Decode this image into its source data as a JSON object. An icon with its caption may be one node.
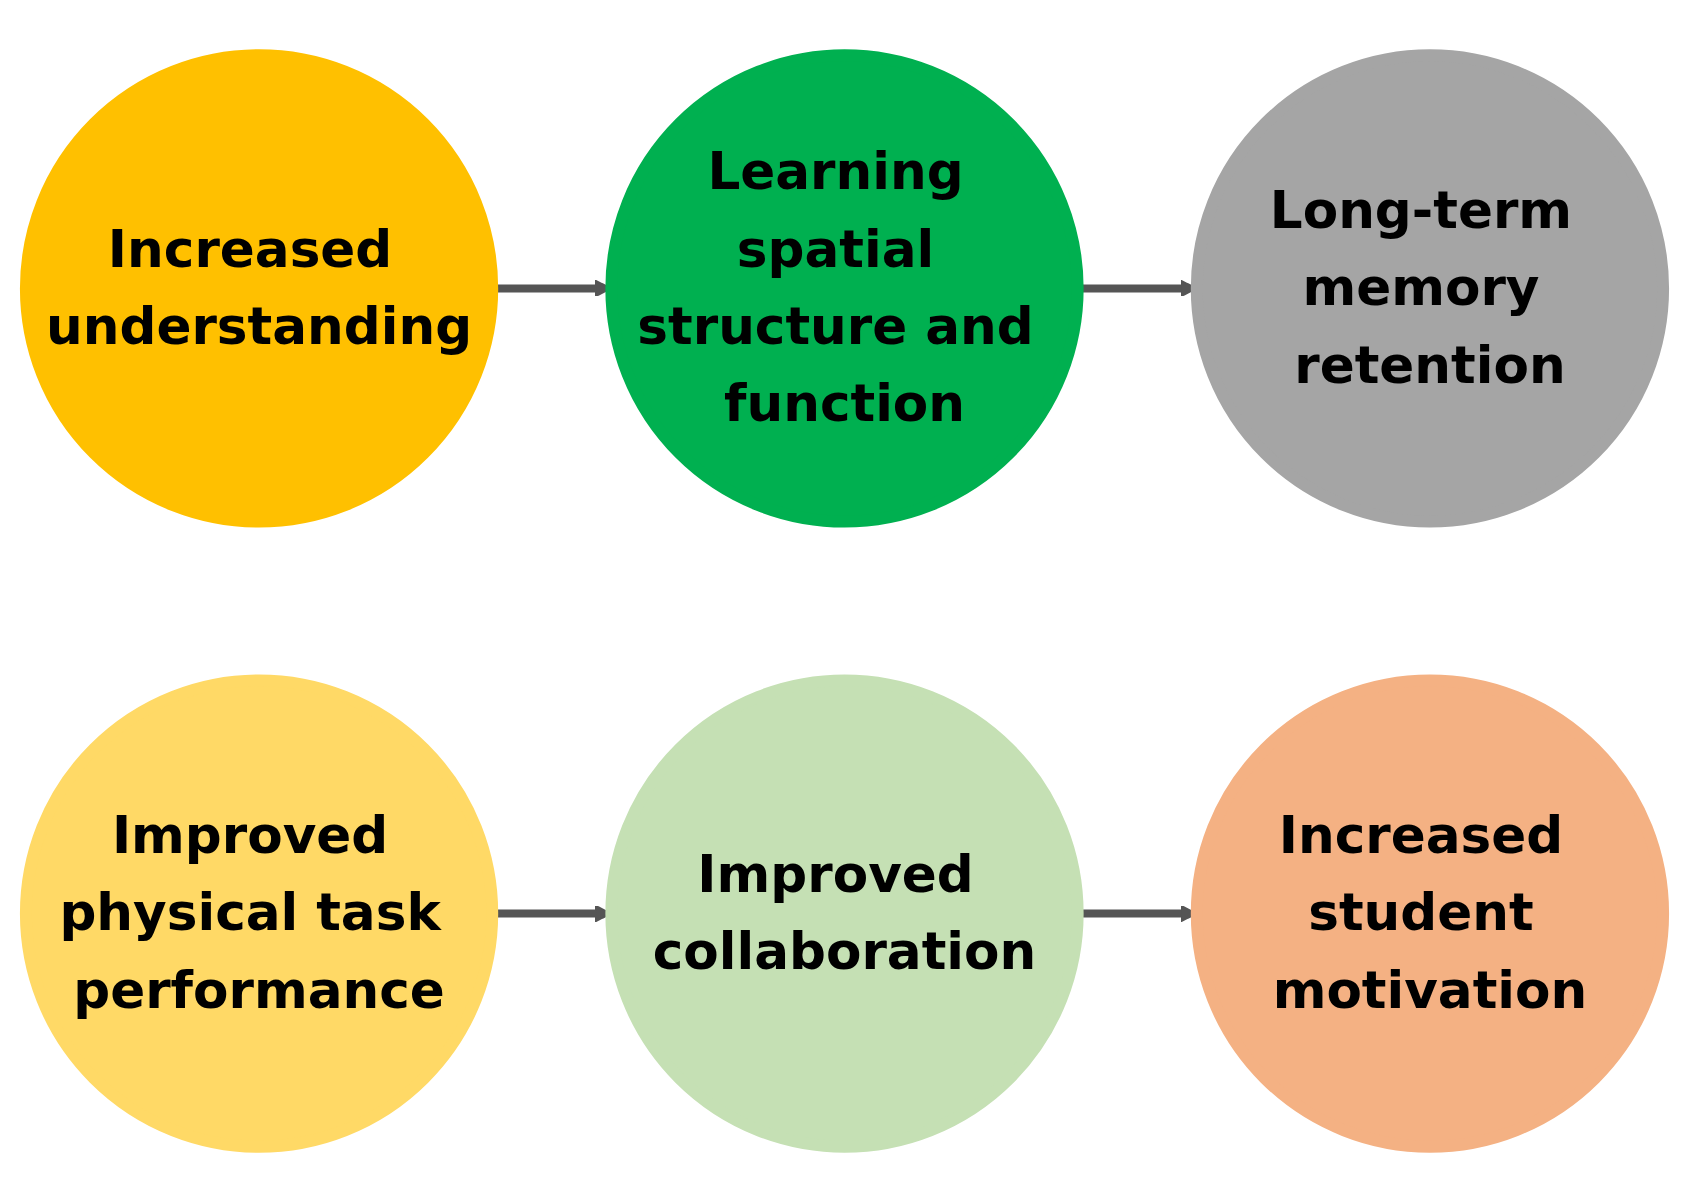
{
  "diagram": {
    "nodes": [
      {
        "text": [
          "Increased understanding"
        ]
      },
      {
        "text": [
          "Learning spatial structure and function"
        ]
      },
      {
        "text": [
          "Long-term memory retention"
        ]
      },
      {
        "text": [
          "Improved physical task performance"
        ]
      },
      {
        "text": [
          "Improved collaboration"
        ]
      },
      {
        "text": [
          "Increased student motivation"
        ]
      }
    ],
    "edges": [
      {
        "from": 0,
        "to": 1,
        "arrow": "to"
      },
      {
        "from": 1,
        "to": 2,
        "arrow": "to"
      },
      {
        "from": 3,
        "to": 4,
        "arrow": "to"
      },
      {
        "from": 4,
        "to": 5,
        "arrow": "to"
      }
    ]
  }
}
